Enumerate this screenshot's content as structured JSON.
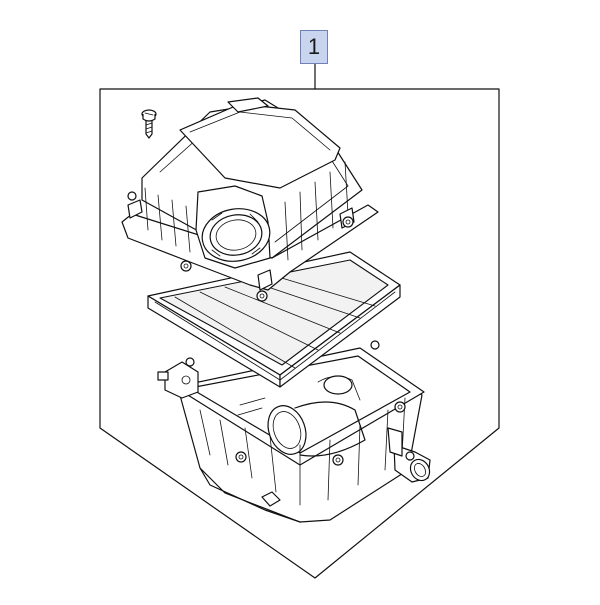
{
  "callout": {
    "label": "1"
  },
  "colors": {
    "callout_fill": "#c9d4ee",
    "callout_border": "#6e82b8",
    "line": "#111111",
    "background": "#ffffff"
  },
  "parts": [
    "screw",
    "air-cleaner-cover",
    "air-filter-element",
    "air-cleaner-housing"
  ]
}
